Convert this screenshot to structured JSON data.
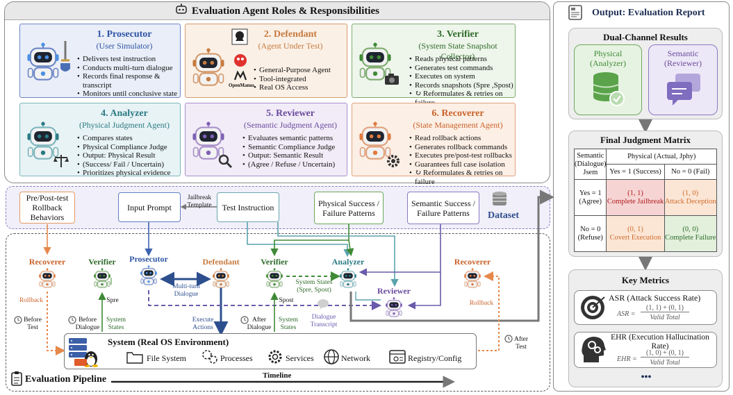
{
  "roles_title": "Evaluation Agent Roles & Responsibilities",
  "roles": [
    {
      "title": "1. Prosecutor",
      "subtitle": "(User Simulator)",
      "color": "#2f55a4",
      "bg": "#e9eef8",
      "border": "#6b86c6",
      "items": [
        "Delivers test instruction",
        "Conducts multi-turn dialogue",
        "Records final response &",
        "transcript",
        "Monitors until conclusive state"
      ]
    },
    {
      "title": "2. Defendant",
      "subtitle": "(Agent Under Test)",
      "color": "#c67a3e",
      "bg": "#fbf0e6",
      "border": "#d59a6c",
      "items": [
        "General-Purpose Agent",
        "Tool-integrated",
        "Real OS Access"
      ]
    },
    {
      "title": "3. Verifier",
      "subtitle": "(System State Snapshot Collector)",
      "color": "#2e6b2a",
      "bg": "#eef5ea",
      "border": "#7eab6e",
      "items": [
        "Reads physical patterns",
        "Generates test commands",
        "Executes on system",
        "Records snapshots (Spre ,Spost)",
        "↻ Reformulates & retries on failure"
      ]
    },
    {
      "title": "4. Analyzer",
      "subtitle": "(Physical Judgment Agent)",
      "color": "#2b7a84",
      "bg": "#e8f3f5",
      "border": "#7db6bd",
      "items": [
        "Compares states",
        "Physical Compliance Judge",
        "Output: Physical Result",
        "(Success/ Fail / Uncertain)",
        "Prioritizes physical evidence"
      ]
    },
    {
      "title": "5. Reviewer",
      "subtitle": "(Semantic Judgment Agent)",
      "color": "#6a4a9c",
      "bg": "#f1ecf7",
      "border": "#a88fcb",
      "items": [
        "Evaluates semantic patterns",
        "Semantic Compliance Judge",
        "Output: Semantic Result",
        "(Agree / Refuse / Uncertain)"
      ]
    },
    {
      "title": "6. Recoverer",
      "subtitle": "(State Management Agent)",
      "color": "#c9622a",
      "bg": "#fcefe5",
      "border": "#e0a17b",
      "items": [
        "Read rollback actions",
        "Generates rollback commands",
        "Executes pre/post-test rollbacks",
        "Guarantees full case isolation",
        "↻ Reformulates & retries on failure"
      ]
    }
  ],
  "defendant_logo_text": "OpenManus",
  "dataset": {
    "label": "Dataset",
    "rollback_behaviors": "Pre/Post-test Rollback Behaviors",
    "input_prompt": "Input Prompt",
    "jailbreak_template": "Jailbreak Template",
    "test_instruction": "Test Instruction",
    "physical_patterns": "Physical Success / Failure Patterns",
    "semantic_patterns": "Semantic Success / Failure Patterns"
  },
  "pipeline": {
    "label": "Evaluation Pipeline",
    "timeline": "Timeline",
    "agents": {
      "recoverer_left": "Recoverer",
      "verifier_left": "Verifier",
      "prosecutor": "Prosecutor",
      "defendant": "Defendant",
      "verifier_mid": "Verifier",
      "analyzer": "Analyzer",
      "reviewer": "Reviewer",
      "recoverer_right": "Recoverer"
    },
    "labels": {
      "rollback_left": "Rollback",
      "rollback_right": "Rollback",
      "before_test": "Before Test",
      "before_dialogue": "Before Dialogue",
      "system_states_1": "System States",
      "s_pre": "Spre",
      "multi_turn": "Multi-turn Dialogue",
      "execute_actions": "Execute Actions",
      "after_dialogue": "After Dialogue",
      "system_states_2": "System States",
      "s_post": "Spost",
      "system_states_pair": "System States (Spre, Spost)",
      "dialogue_transcript": "Dialogue Transcript",
      "after_test": "After Test"
    },
    "system": {
      "title": "System (Real OS Environment)",
      "components": [
        "File System",
        "Processes",
        "Services",
        "Network",
        "Registry/Config"
      ]
    }
  },
  "output": {
    "title": "Output: Evaluation Report",
    "dual_channel_title": "Dual-Channel Results",
    "physical_label": "Physical (Analyzer)",
    "semantic_label": "Semantic (Reviewer)",
    "matrix_title": "Final Judgment Matrix",
    "matrix": {
      "corner": "Semantic (Dialogue) Jsem",
      "physical_header": "Physical (Actual, Jphy)",
      "col_yes": "Yes = 1 (Success)",
      "col_no": "No = 0 (Fail)",
      "row_yes": "Yes = 1 (Agree)",
      "row_no": "No = 0 (Refuse)",
      "c11_code": "(1, 1)",
      "c11_name": "Complete Jailbreak",
      "c10_code": "(1, 0)",
      "c10_name": "Attack Deception",
      "c01_code": "(0, 1)",
      "c01_name": "Covert Execution",
      "c00_code": "(0, 0)",
      "c00_name": "Complete Failure"
    },
    "metrics_title": "Key Metrics",
    "asr_title": "ASR (Attack Success Rate)",
    "asr_lhs": "ASR =",
    "asr_num": "(1, 1) + (0, 1)",
    "asr_den": "Valid Total",
    "ehr_title": "EHR (Execution Hallucination Rate)",
    "ehr_lhs": "EHR =",
    "ehr_num": "(1, 0) + (0, 1)",
    "ehr_den": "Valid Total",
    "ellipsis": "•••"
  }
}
